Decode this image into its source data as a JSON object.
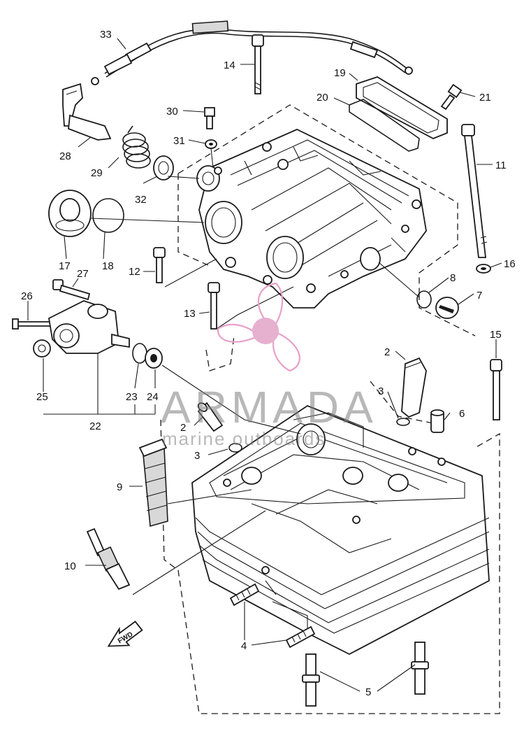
{
  "labels": {
    "l33": "33",
    "l14": "14",
    "l19": "19",
    "l20": "20",
    "l21": "21",
    "l30": "30",
    "l31": "31",
    "l28": "28",
    "l29": "29",
    "l32": "32",
    "l11": "11",
    "l17": "17",
    "l18": "18",
    "l12": "12",
    "l16": "16",
    "l27": "27",
    "l26": "26",
    "l8": "8",
    "l7": "7",
    "l13": "13",
    "l15": "15",
    "l2a": "2",
    "l3a": "3",
    "l6": "6",
    "l25": "25",
    "l23": "23",
    "l24": "24",
    "l22": "22",
    "l2b": "2",
    "l3b": "3",
    "l9": "9",
    "l10": "10",
    "l4": "4",
    "l5": "5"
  },
  "fwd_arrow": "FWD",
  "watermark": {
    "brand": "ARMADA",
    "tagline": "marine outboards",
    "logo_color": "#e8a0c8",
    "logo_fill": "#e6b0cf"
  }
}
